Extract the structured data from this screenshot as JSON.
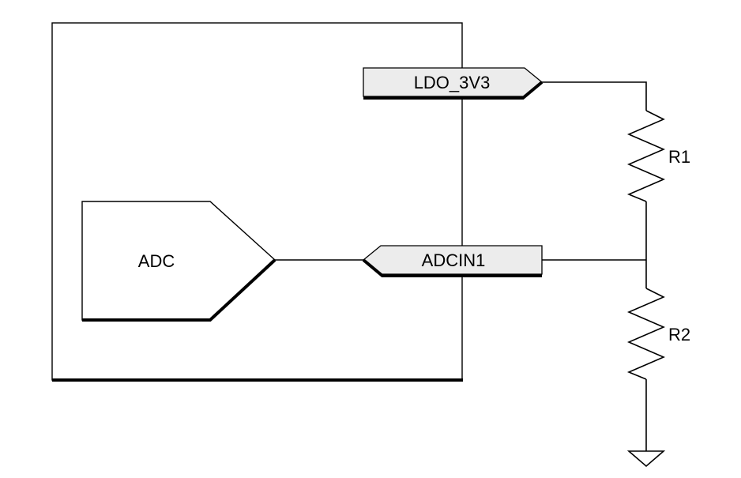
{
  "labels": {
    "adc": "ADC",
    "ldo_port": "LDO_3V3",
    "adc_port": "ADCIN1",
    "r1": "R1",
    "r2": "R2"
  },
  "colors": {
    "line": "#000000",
    "port_fill": "#ececec",
    "background": "#ffffff"
  },
  "icons": [
    "ground-icon",
    "resistor-icon"
  ]
}
